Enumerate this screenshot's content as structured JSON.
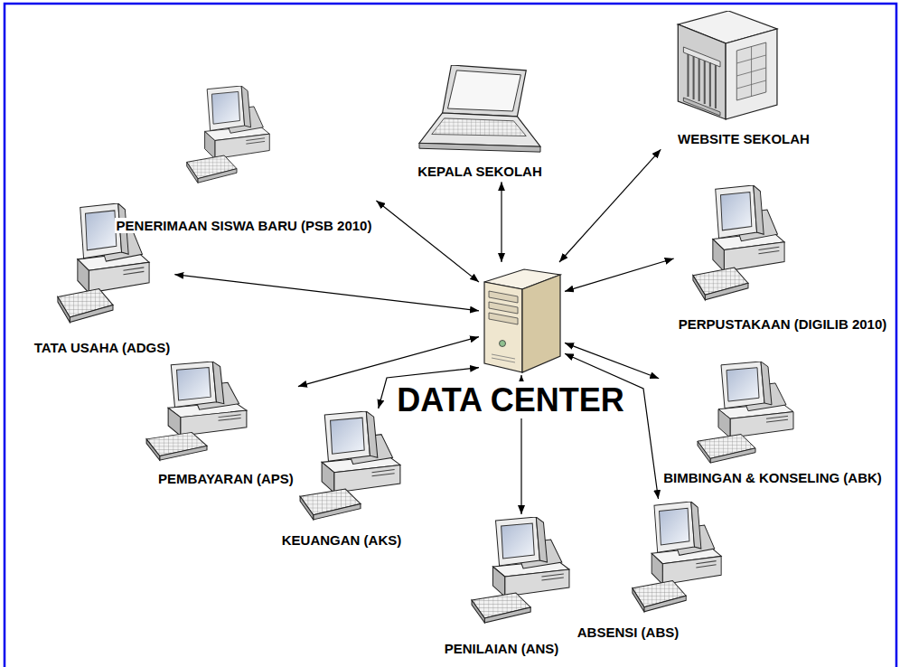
{
  "diagram": {
    "nodes": [
      {
        "text": [
          "WEBSITE SEKOLAH"
        ]
      },
      {
        "text": [
          "KEPALA SEKOLAH"
        ]
      },
      {
        "text": [
          "PENERIMAAN SISWA BARU (PSB 2010)"
        ]
      },
      {
        "text": [
          "PERPUSTAKAAN (DIGILIB 2010)"
        ]
      },
      {
        "text": [
          "TATA USAHA (ADGS)"
        ]
      },
      {
        "text": [
          "DATA CENTER"
        ]
      },
      {
        "text": [
          "PEMBAYARAN (APS)"
        ]
      },
      {
        "text": [
          "BIMBINGAN & KONSELING (ABK)"
        ]
      },
      {
        "text": [
          "KEUANGAN (AKS)"
        ]
      },
      {
        "text": [
          "ABSENSI (ABS)"
        ]
      },
      {
        "text": [
          "PENILAIAN (ANS)"
        ]
      }
    ],
    "edges": [
      {
        "from": 5,
        "to": 0,
        "arrow": "both"
      },
      {
        "from": 5,
        "to": 1,
        "arrow": "both"
      },
      {
        "from": 5,
        "to": 2,
        "arrow": "both"
      },
      {
        "from": 5,
        "to": 3,
        "arrow": "both"
      },
      {
        "from": 5,
        "to": 4,
        "arrow": "both"
      },
      {
        "from": 5,
        "to": 6,
        "arrow": "both"
      },
      {
        "from": 5,
        "to": 7,
        "arrow": "both"
      },
      {
        "from": 5,
        "to": 8,
        "arrow": "both"
      },
      {
        "from": 5,
        "to": 9,
        "arrow": "both"
      },
      {
        "from": 5,
        "to": 10,
        "arrow": "both"
      }
    ]
  }
}
